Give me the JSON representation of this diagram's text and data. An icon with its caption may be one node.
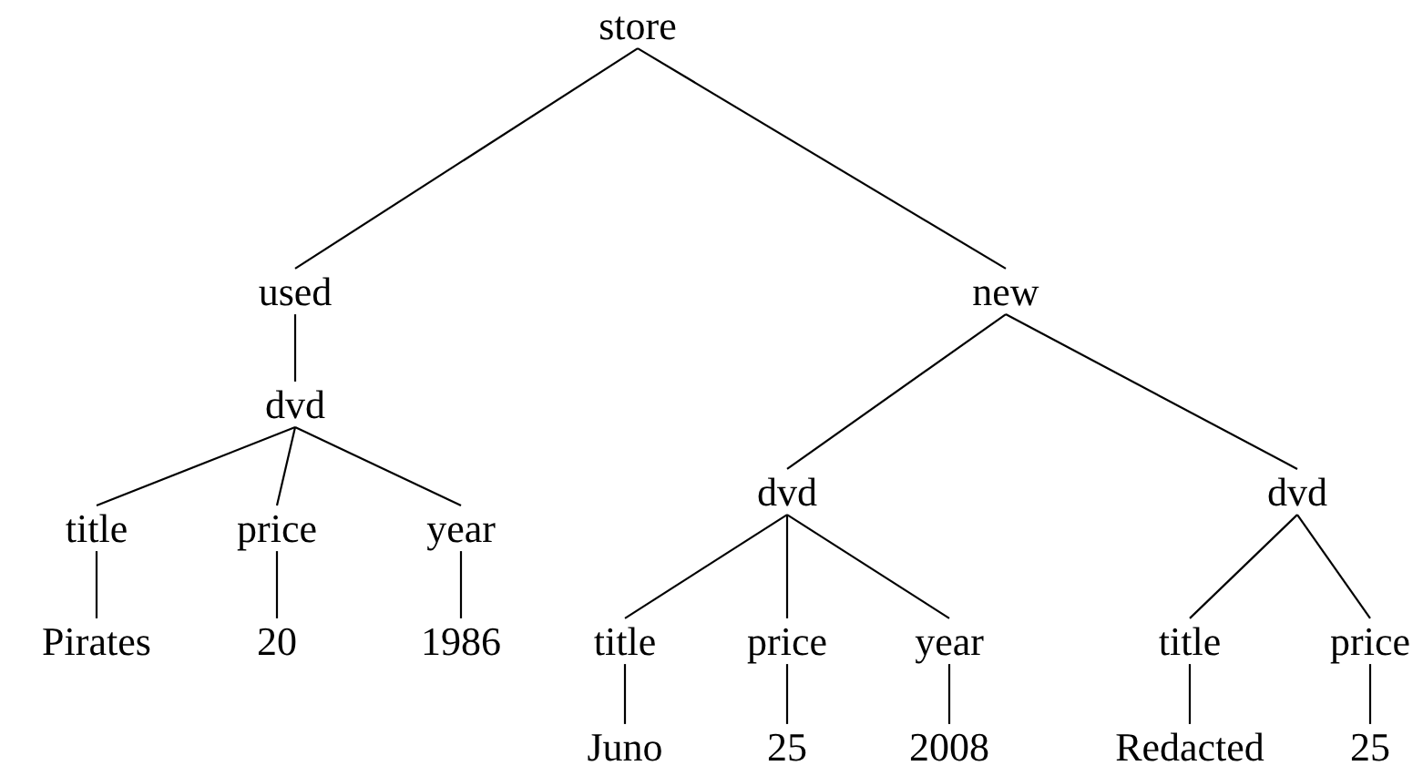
{
  "diagram": {
    "nodes": [
      {
        "text": [
          "store"
        ]
      },
      {
        "text": [
          "used"
        ]
      },
      {
        "text": [
          "new"
        ]
      },
      {
        "text": [
          "dvd"
        ]
      },
      {
        "text": [
          "title"
        ]
      },
      {
        "text": [
          "price"
        ]
      },
      {
        "text": [
          "year"
        ]
      },
      {
        "text": [
          "Pirates"
        ]
      },
      {
        "text": [
          "20"
        ]
      },
      {
        "text": [
          "1986"
        ]
      },
      {
        "text": [
          "dvd"
        ]
      },
      {
        "text": [
          "dvd"
        ]
      },
      {
        "text": [
          "title"
        ]
      },
      {
        "text": [
          "price"
        ]
      },
      {
        "text": [
          "year"
        ]
      },
      {
        "text": [
          "title"
        ]
      },
      {
        "text": [
          "price"
        ]
      },
      {
        "text": [
          "Juno"
        ]
      },
      {
        "text": [
          "25"
        ]
      },
      {
        "text": [
          "2008"
        ]
      },
      {
        "text": [
          "Redacted"
        ]
      },
      {
        "text": [
          "25"
        ]
      }
    ],
    "edges": [
      {
        "from": 0,
        "to": 1,
        "arrow": "none"
      },
      {
        "from": 0,
        "to": 2,
        "arrow": "none"
      },
      {
        "from": 1,
        "to": 3,
        "arrow": "none"
      },
      {
        "from": 3,
        "to": 4,
        "arrow": "none"
      },
      {
        "from": 3,
        "to": 5,
        "arrow": "none"
      },
      {
        "from": 3,
        "to": 6,
        "arrow": "none"
      },
      {
        "from": 4,
        "to": 7,
        "arrow": "none"
      },
      {
        "from": 5,
        "to": 8,
        "arrow": "none"
      },
      {
        "from": 6,
        "to": 9,
        "arrow": "none"
      },
      {
        "from": 2,
        "to": 10,
        "arrow": "none"
      },
      {
        "from": 2,
        "to": 11,
        "arrow": "none"
      },
      {
        "from": 10,
        "to": 12,
        "arrow": "none"
      },
      {
        "from": 10,
        "to": 13,
        "arrow": "none"
      },
      {
        "from": 10,
        "to": 14,
        "arrow": "none"
      },
      {
        "from": 11,
        "to": 15,
        "arrow": "none"
      },
      {
        "from": 11,
        "to": 16,
        "arrow": "none"
      },
      {
        "from": 12,
        "to": 17,
        "arrow": "none"
      },
      {
        "from": 13,
        "to": 18,
        "arrow": "none"
      },
      {
        "from": 14,
        "to": 19,
        "arrow": "none"
      },
      {
        "from": 15,
        "to": 20,
        "arrow": "none"
      },
      {
        "from": 16,
        "to": 21,
        "arrow": "none"
      }
    ]
  }
}
